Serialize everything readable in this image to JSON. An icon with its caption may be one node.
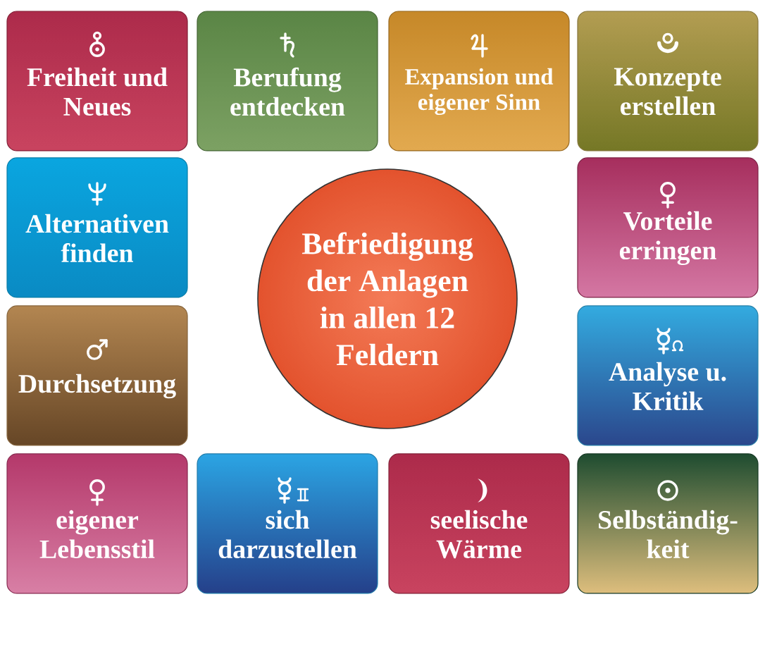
{
  "diagram": {
    "nodes": [
      {
        "text": [
          "Freiheit und Neues"
        ]
      },
      {
        "text": [
          "Berufung entdecken"
        ]
      },
      {
        "text": [
          "Expansion und eigener Sinn"
        ]
      },
      {
        "text": [
          "Konzepte erstellen"
        ]
      },
      {
        "text": [
          "Alternativen finden"
        ]
      },
      {
        "text": [
          "Befriedigung der Anlagen in allen 12 Feldern"
        ]
      },
      {
        "text": [
          "Vorteile erringen"
        ]
      },
      {
        "text": [
          "Durchsetzung"
        ]
      },
      {
        "text": [
          "Analyse u. Kritik"
        ]
      },
      {
        "text": [
          "eigener Lebensstil"
        ]
      },
      {
        "text": [
          "sich darzustellen"
        ]
      },
      {
        "text": [
          "seelische Wärme"
        ]
      },
      {
        "text": [
          "Selbständig- keit"
        ]
      }
    ]
  }
}
